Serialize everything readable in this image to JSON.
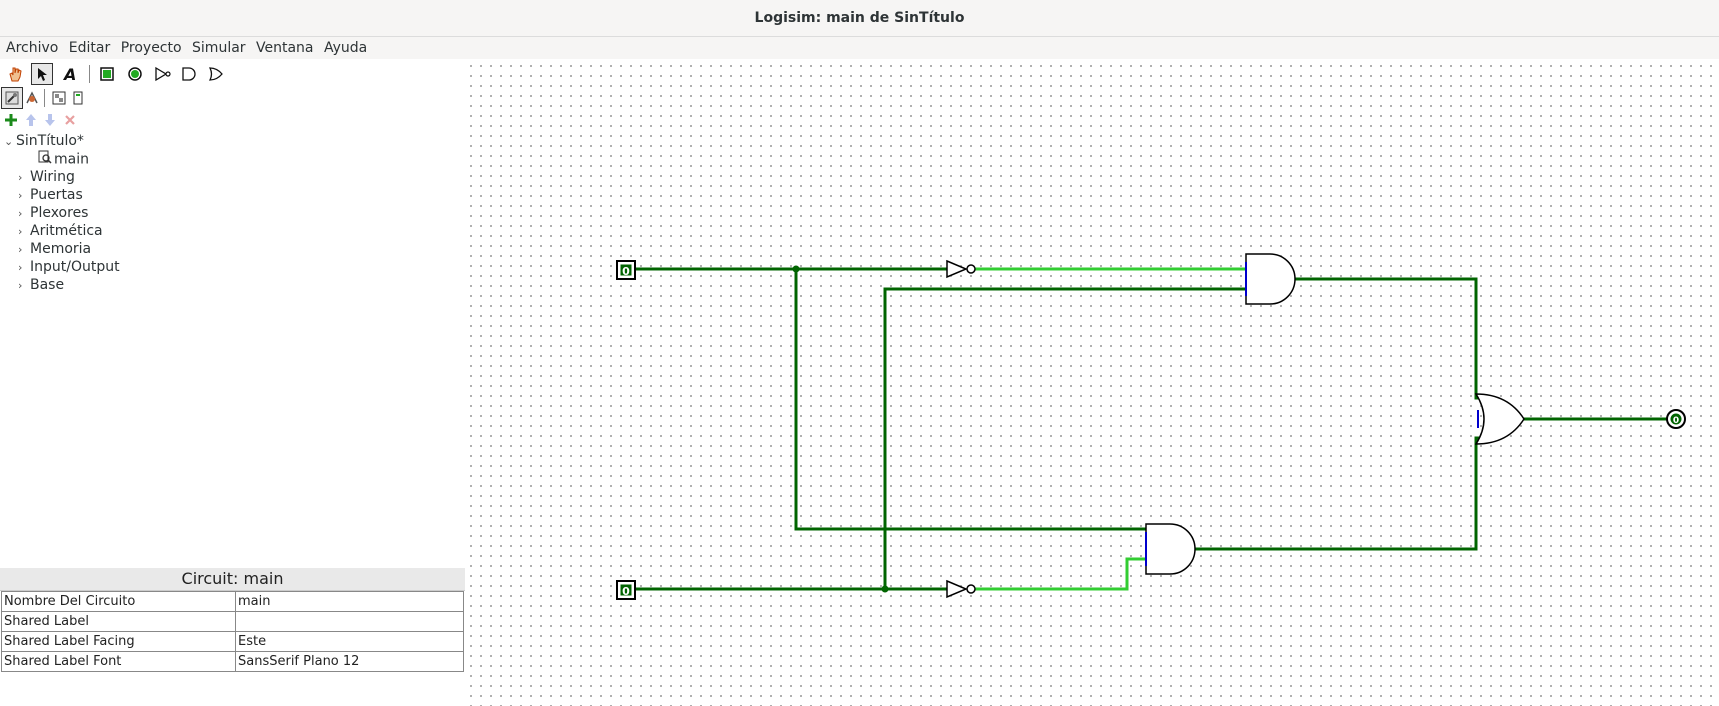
{
  "window": {
    "title": "Logisim: main de SinTítulo"
  },
  "menu": [
    "Archivo",
    "Editar",
    "Proyecto",
    "Simular",
    "Ventana",
    "Ayuda"
  ],
  "toolbar": {
    "tools": [
      "hand-poke-tool",
      "select-tool",
      "text-tool",
      "input-pin-tool",
      "output-pin-tool",
      "not-gate-tool",
      "and-gate-tool",
      "or-gate-tool"
    ],
    "project_tools": [
      "toggle-explorer",
      "simulate-tree",
      "toggle-layout",
      "appearance"
    ],
    "circuit_tools": [
      "add-circuit",
      "move-up",
      "move-down",
      "delete-circuit"
    ]
  },
  "explorer": {
    "project": "SinTítulo*",
    "circuits": [
      "main"
    ],
    "libraries": [
      "Wiring",
      "Puertas",
      "Plexores",
      "Aritmética",
      "Memoria",
      "Input/Output",
      "Base"
    ]
  },
  "attributes": {
    "title": "Circuit: main",
    "rows": [
      {
        "key": "Nombre Del Circuito",
        "value": "main"
      },
      {
        "key": "Shared Label",
        "value": ""
      },
      {
        "key": "Shared Label Facing",
        "value": "Este"
      },
      {
        "key": "Shared Label Font",
        "value": "SansSerif Plano 12"
      }
    ]
  },
  "circuit": {
    "input_a_value": "0",
    "input_b_value": "0",
    "output_value": "0",
    "colors": {
      "wire_low": "#006400",
      "wire_high": "#32cd32",
      "gate": "#000000",
      "port": "#0000cc"
    }
  }
}
